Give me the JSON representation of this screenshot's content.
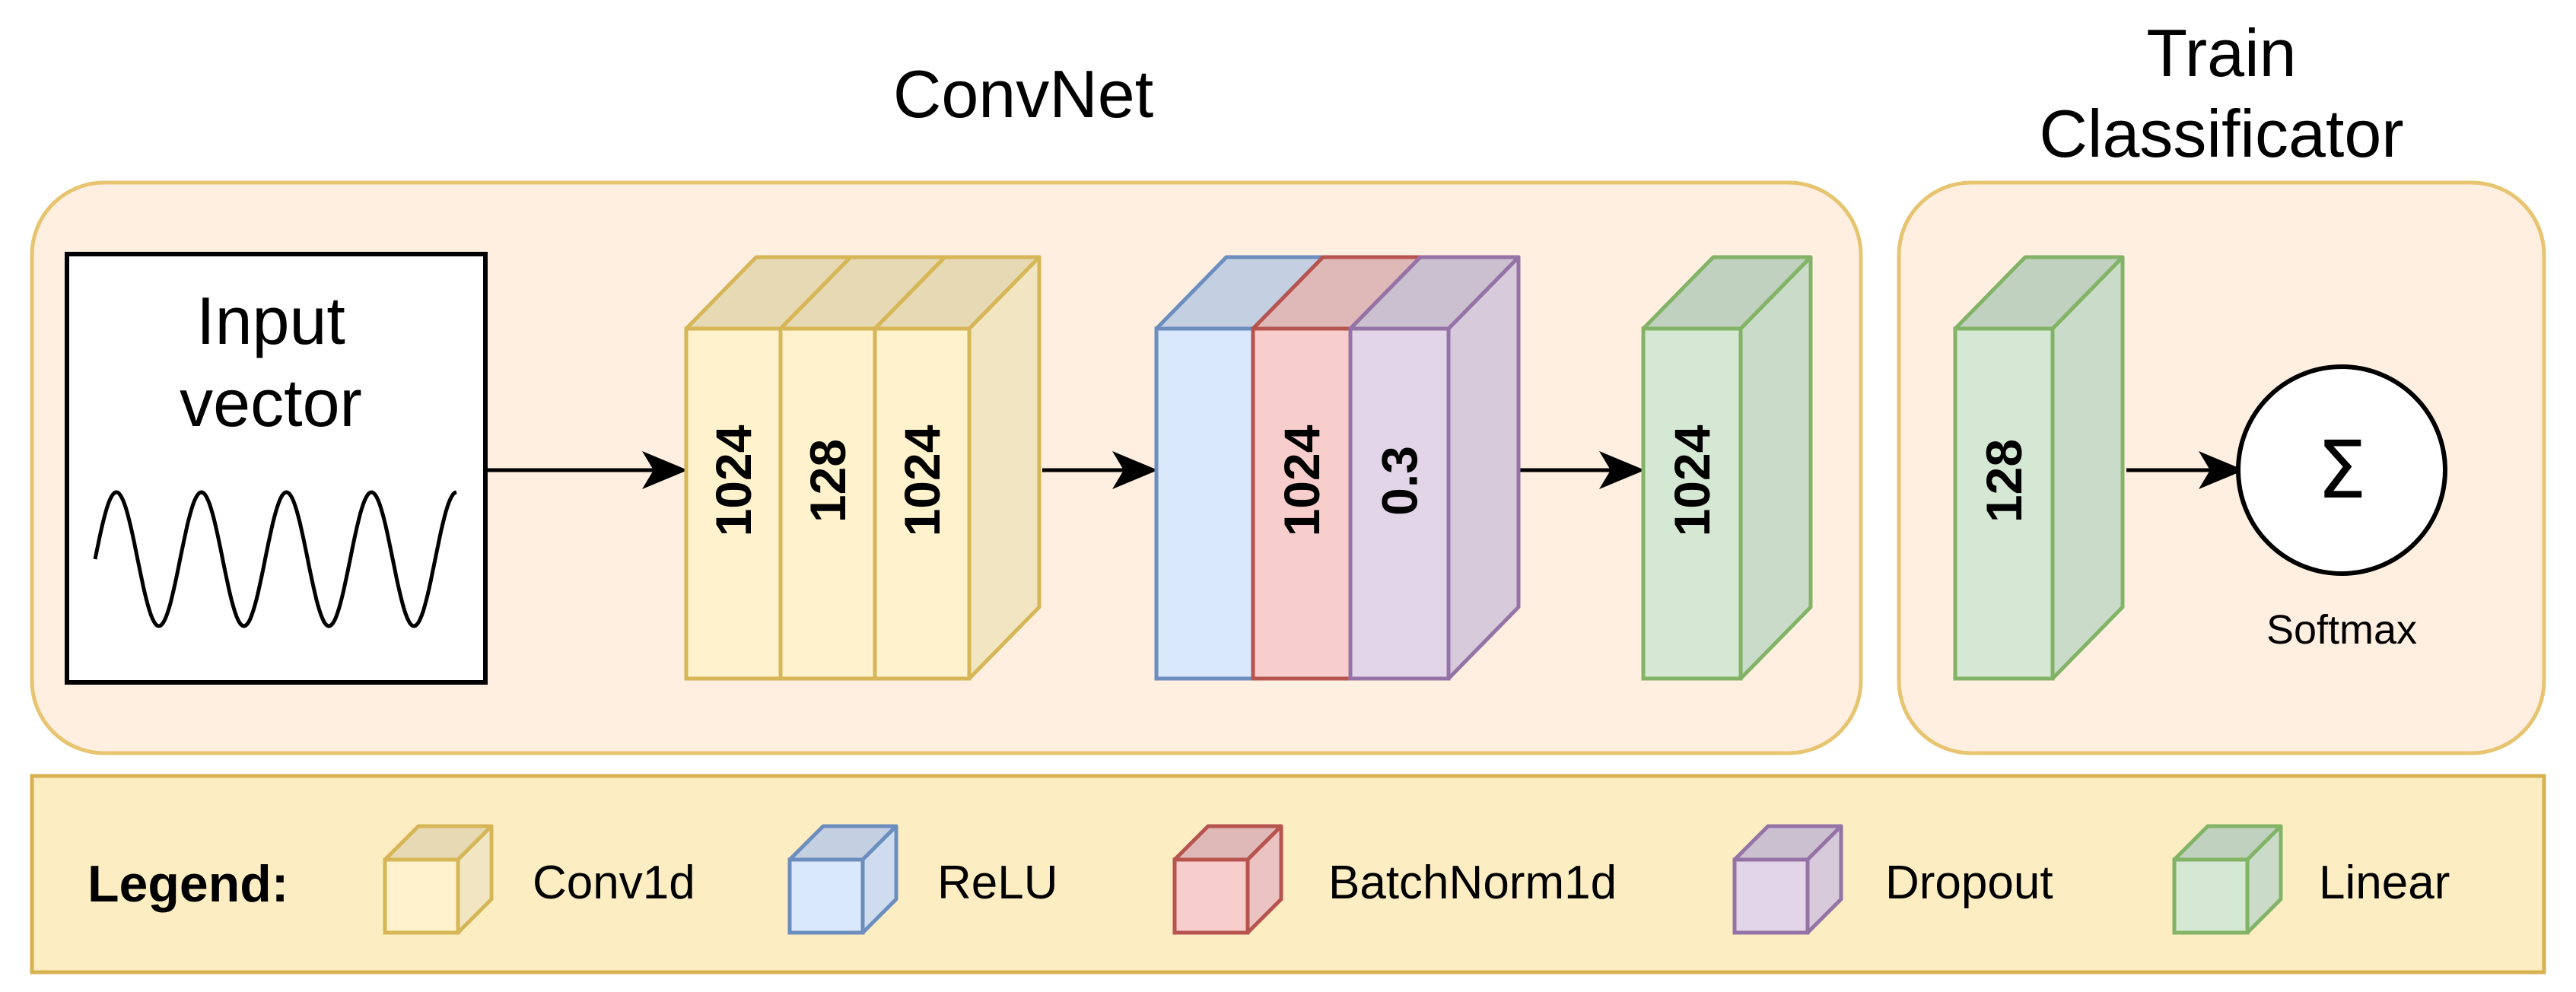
{
  "colors": {
    "panel_fill": "#ffefe1",
    "panel_stroke": "#e7c470",
    "legend_fill": "#fcedc2",
    "legend_stroke": "#d8b250",
    "conv1d": {
      "front": "#fff2cc",
      "top": "#e6d9b3",
      "side": "#f2e5c1",
      "stroke": "#d6b656"
    },
    "relu": {
      "front": "#dae8fc",
      "top": "#c4d0e2",
      "side": "#cfdcef",
      "stroke": "#6c8ebf"
    },
    "batchnorm1d": {
      "front": "#f8cecc",
      "top": "#dfb9b8",
      "side": "#ebc3c2",
      "stroke": "#b85450"
    },
    "dropout": {
      "front": "#e1d5e7",
      "top": "#cbc0d0",
      "side": "#d6cadb",
      "stroke": "#9673a6"
    },
    "linear": {
      "front": "#d5e8d4",
      "top": "#c0d1bf",
      "side": "#cadcc9",
      "stroke": "#82b366"
    }
  },
  "convnet": {
    "title": "ConvNet",
    "input": {
      "line1": "Input",
      "line2": "vector"
    },
    "conv_block": [
      "1024",
      "128",
      "1024"
    ],
    "norm_block": [
      "1024",
      "0.3"
    ],
    "linear_block": [
      "1024"
    ]
  },
  "classifier": {
    "title_line1": "Train",
    "title_line2": "Classificator",
    "linear": "128",
    "sigma": "Σ",
    "softmax_label": "Softmax"
  },
  "legend": {
    "title": "Legend:",
    "items": [
      {
        "key": "conv1d",
        "label": "Conv1d",
        "icon": "cube-icon"
      },
      {
        "key": "relu",
        "label": "ReLU",
        "icon": "cube-icon"
      },
      {
        "key": "batchnorm1d",
        "label": "BatchNorm1d",
        "icon": "cube-icon"
      },
      {
        "key": "dropout",
        "label": "Dropout",
        "icon": "cube-icon"
      },
      {
        "key": "linear",
        "label": "Linear",
        "icon": "cube-icon"
      }
    ]
  }
}
